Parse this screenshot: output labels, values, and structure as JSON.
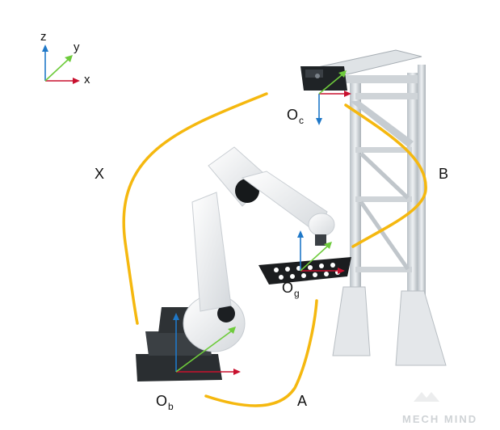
{
  "legend_axes": {
    "z": "z",
    "y": "y",
    "x": "x"
  },
  "frames": {
    "camera": {
      "main": "O",
      "sub": "c"
    },
    "gripper": {
      "main": "O",
      "sub": "g"
    },
    "base": {
      "main": "O",
      "sub": "b"
    }
  },
  "transforms": {
    "X": "X",
    "A": "A",
    "B": "B"
  },
  "watermark": "MECH MIND",
  "colors": {
    "x_axis": "#c8102e",
    "y_axis": "#6ecb3c",
    "z_axis": "#1f78c8",
    "curve": "#f5b80f"
  }
}
